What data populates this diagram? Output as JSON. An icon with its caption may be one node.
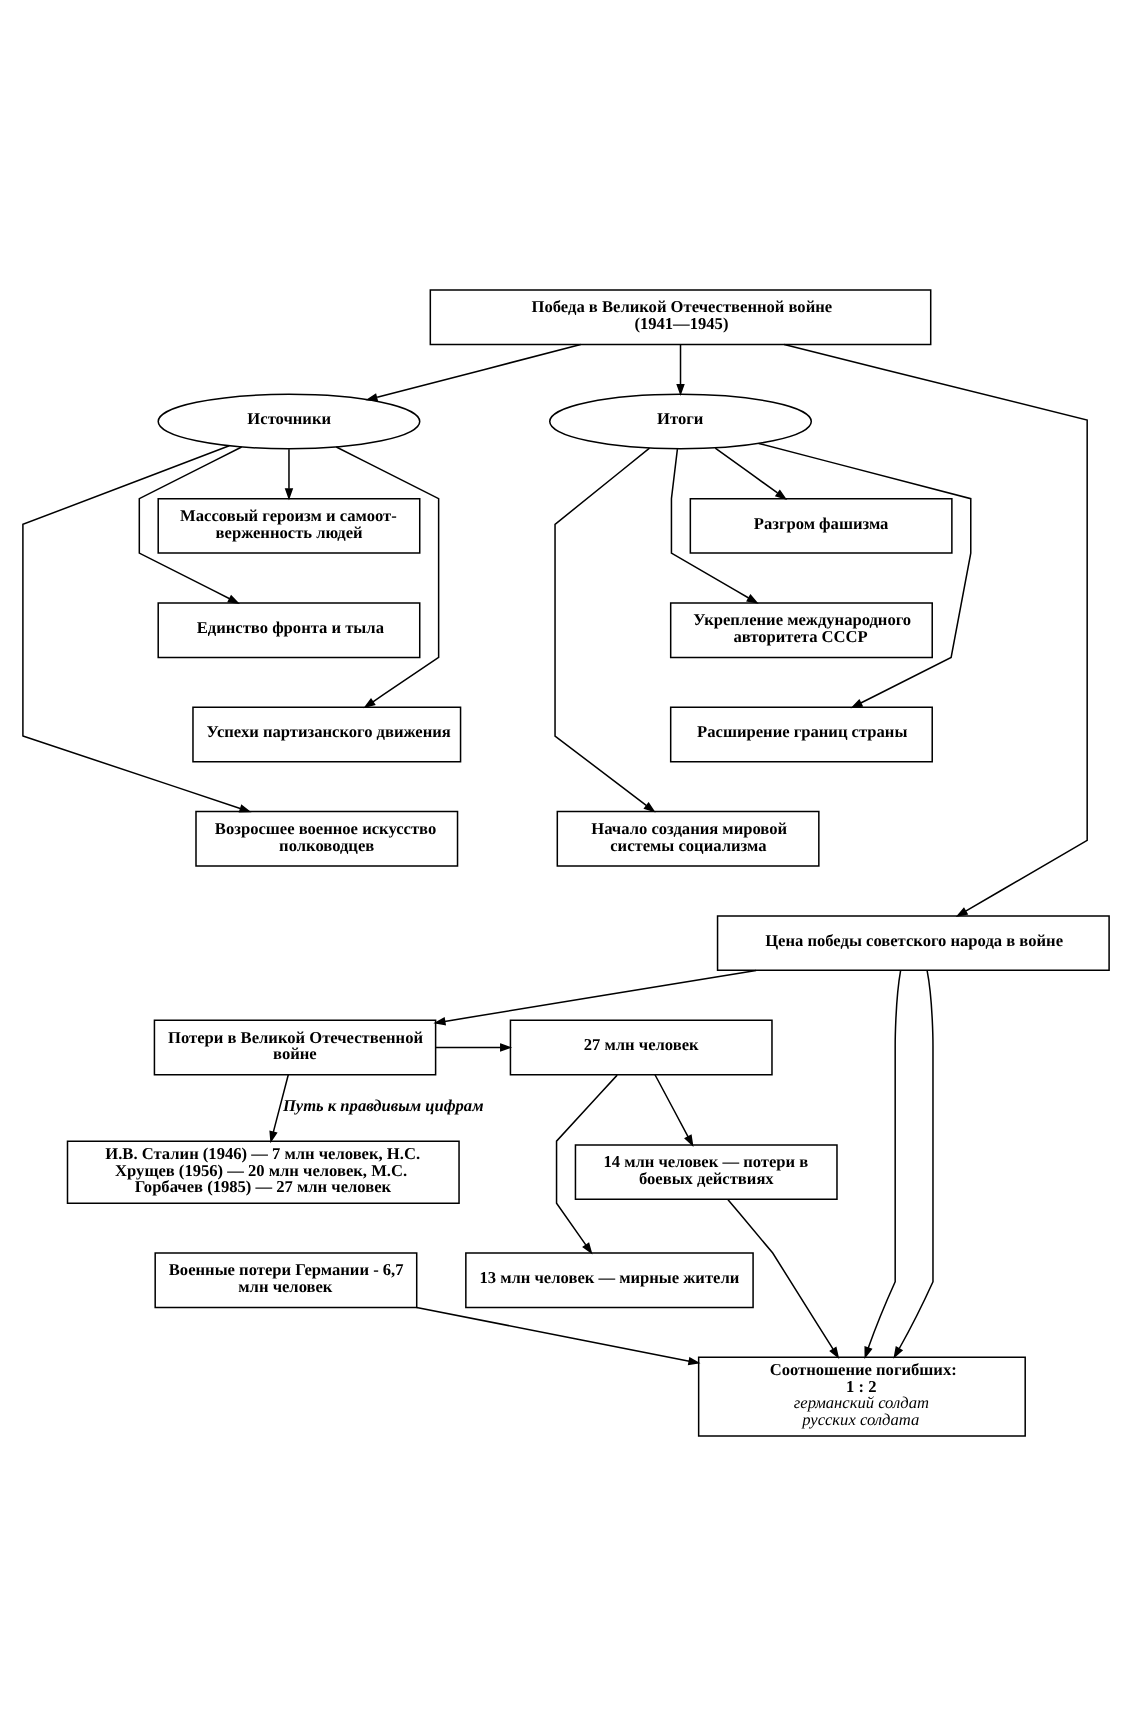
{
  "diagram": {
    "nodes": [
      {
        "text": [
          "Победа в Великой Отечественной войне (1941—1945)"
        ]
      },
      {
        "text": [
          "Источники"
        ]
      },
      {
        "text": [
          "Итоги"
        ]
      },
      {
        "text": [
          "Массовый героизм и самоот- верженность людей"
        ]
      },
      {
        "text": [
          "Разгром фашизма"
        ]
      },
      {
        "text": [
          "Единство фронта и тыла"
        ]
      },
      {
        "text": [
          "Укрепление международного авторитета СССР"
        ]
      },
      {
        "text": [
          "Успехи партизанского движения"
        ]
      },
      {
        "text": [
          "Расширение границ страны"
        ]
      },
      {
        "text": [
          "Возросшее военное искусство полководцев"
        ]
      },
      {
        "text": [
          "Начало создания мировой системы социализма"
        ]
      },
      {
        "text": [
          "Цена победы советского народа в войне"
        ]
      },
      {
        "text": [
          "Потери в Великой Отечественной войне"
        ]
      },
      {
        "text": [
          "27 млн человек"
        ]
      },
      {
        "text": [
          "14 млн человек — потери в боевых действиях"
        ]
      },
      {
        "text": [
          "И.В. Сталин (1946) — 7 млн человек, Н.С. Хрущев (1956) — 20 млн человек, М.С. Горбачев (1985) — 27 млн человек"
        ]
      },
      {
        "text": [
          "13 млн человек — мирные жители"
        ]
      },
      {
        "text": [
          "Военные потери Германии - 6,7 млн человек"
        ]
      },
      {
        "text": [
          "Соотношение погибших:",
          "1 : 2",
          "германский солдат",
          "русских солдата"
        ]
      }
    ],
    "edges": [
      {
        "from": 0,
        "to": 1,
        "arrow": "to"
      },
      {
        "from": 0,
        "to": 2,
        "arrow": "to"
      },
      {
        "from": 0,
        "to": 11,
        "arrow": "to"
      },
      {
        "from": 1,
        "to": 3,
        "arrow": "to"
      },
      {
        "from": 1,
        "to": 5,
        "arrow": "to"
      },
      {
        "from": 1,
        "to": 7,
        "arrow": "to"
      },
      {
        "from": 1,
        "to": 9,
        "arrow": "to"
      },
      {
        "from": 2,
        "to": 4,
        "arrow": "to"
      },
      {
        "from": 2,
        "to": 6,
        "arrow": "to"
      },
      {
        "from": 2,
        "to": 8,
        "arrow": "to"
      },
      {
        "from": 2,
        "to": 10,
        "arrow": "to"
      },
      {
        "from": 11,
        "to": 12,
        "arrow": "to"
      },
      {
        "from": 12,
        "to": 13,
        "arrow": "to"
      },
      {
        "from": 12,
        "to": 15,
        "arrow": "to",
        "label": "Путь к правдивым цифрам"
      },
      {
        "from": 13,
        "to": 14,
        "arrow": "to"
      },
      {
        "from": 13,
        "to": 16,
        "arrow": "to"
      },
      {
        "from": 11,
        "to": 18,
        "arrow": "to"
      },
      {
        "from": 11,
        "to": 18,
        "arrow": "to"
      },
      {
        "from": 17,
        "to": 18,
        "arrow": "to"
      },
      {
        "from": 14,
        "to": 18,
        "arrow": "to"
      }
    ]
  }
}
